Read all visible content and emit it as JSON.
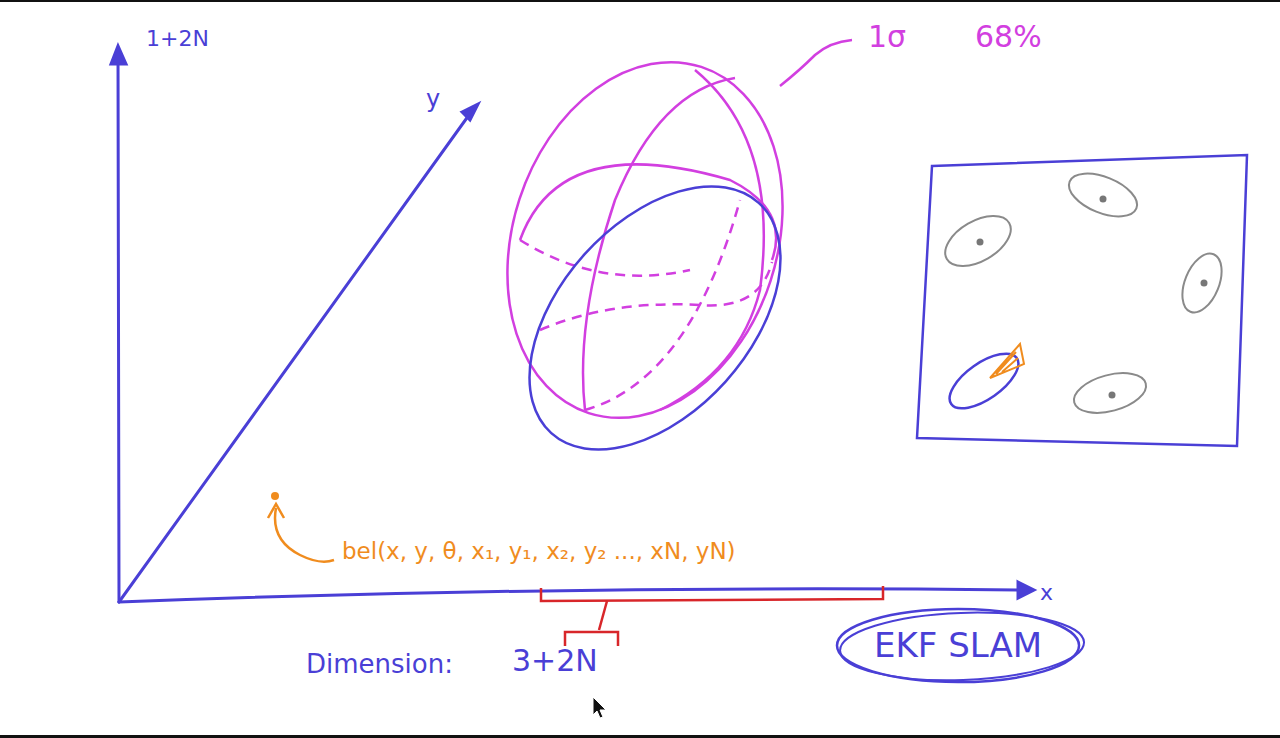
{
  "diagram": {
    "nodes": [
      {
        "text": [
          "EKF SLAM"
        ]
      }
    ],
    "labels": [
      "1+2N",
      "y",
      "1σ",
      "68%",
      "bel(x, y, θ, x₁, y₁, x₂, y₂ ..., xN, yN)",
      "x",
      "Dimension:",
      "3+2N"
    ]
  }
}
